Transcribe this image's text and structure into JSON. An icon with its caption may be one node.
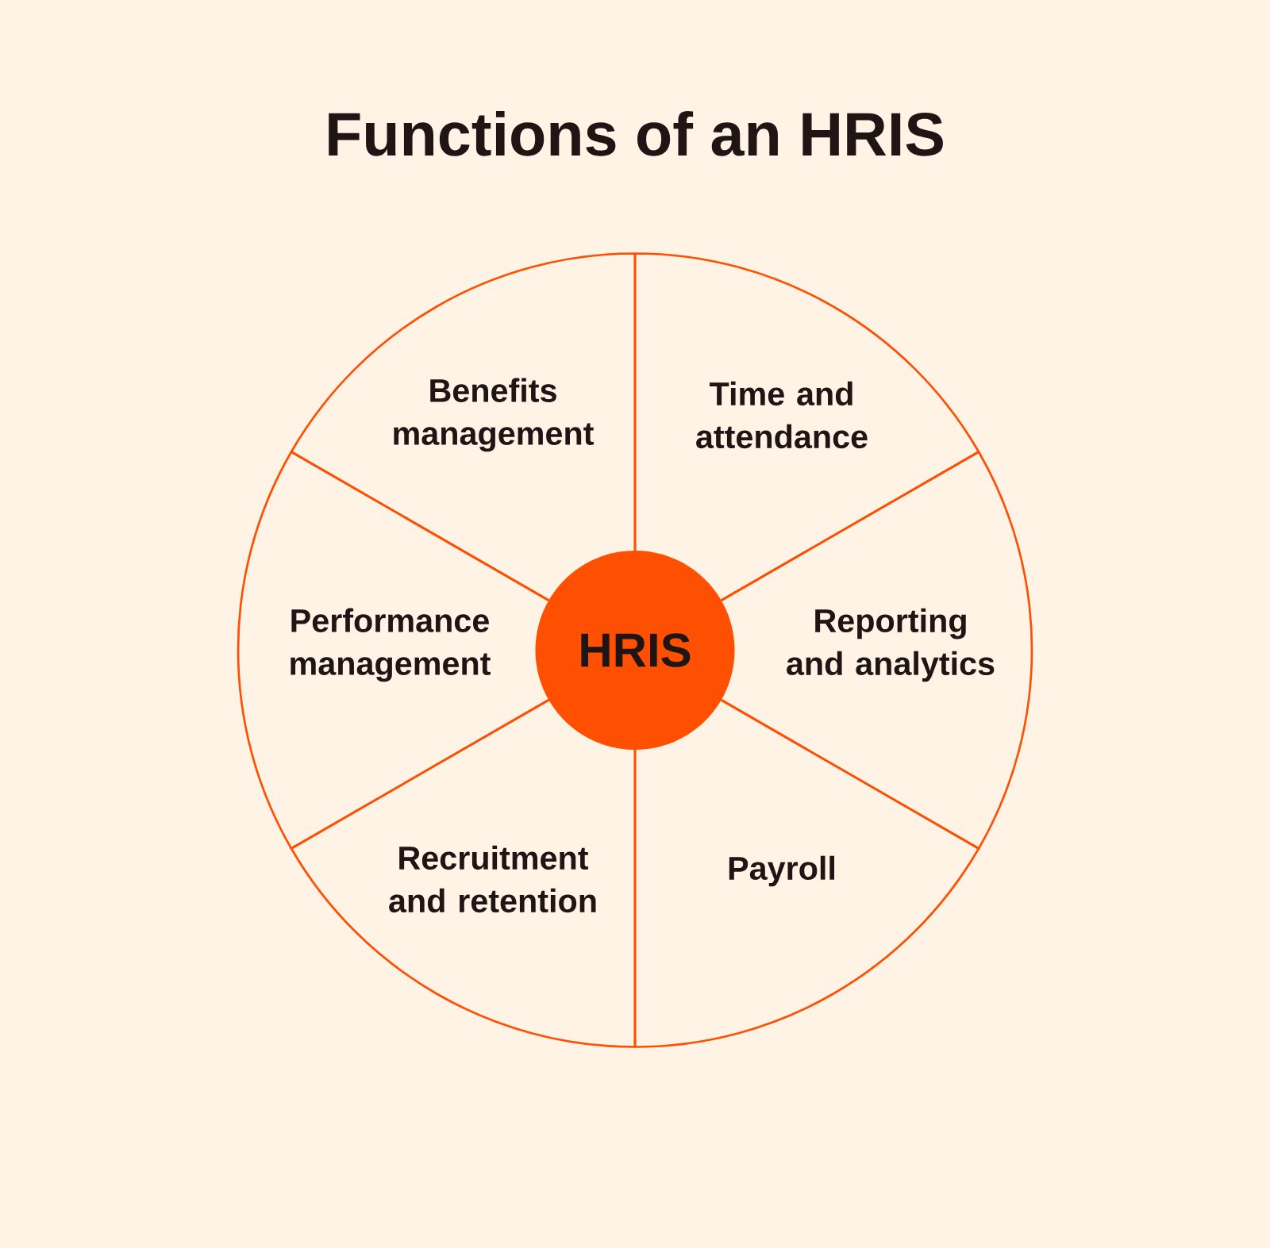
{
  "diagram": {
    "title": "Functions of an HRIS",
    "nodes": [
      {
        "text": [
          "Benefits management"
        ]
      },
      {
        "text": [
          "Time and attendance"
        ]
      },
      {
        "text": [
          "Performance management"
        ]
      },
      {
        "text": [
          "HRIS"
        ]
      },
      {
        "text": [
          "Reporting and analytics"
        ]
      },
      {
        "text": [
          "Recruitment and retention"
        ]
      },
      {
        "text": [
          "Payroll"
        ]
      }
    ]
  }
}
